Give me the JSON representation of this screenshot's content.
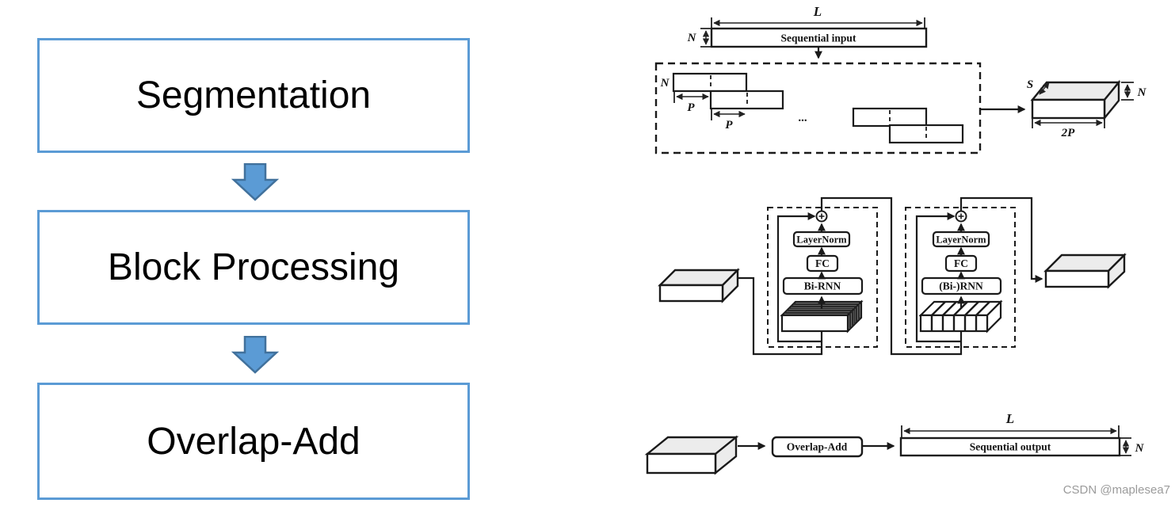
{
  "colors": {
    "accent": "#5B9BD5",
    "arrow-border": "#41719C",
    "ink": "#1a1a1a",
    "face-gray": "#ececec",
    "watermark": "#9b9b9b"
  },
  "flowchart": {
    "steps": [
      {
        "label": "Segmentation"
      },
      {
        "label": "Block Processing"
      },
      {
        "label": "Overlap-Add"
      }
    ]
  },
  "seg": {
    "L": "L",
    "N_outer": "N",
    "input": "Sequential input",
    "N_seg": "N",
    "P1": "P",
    "P2": "P",
    "dots": "...",
    "S": "S",
    "N_tensor": "N",
    "twoP": "2P"
  },
  "blocks": {
    "b1": {
      "ln": "LayerNorm",
      "fc": "FC",
      "rnn": "Bi-RNN"
    },
    "b2": {
      "ln": "LayerNorm",
      "fc": "FC",
      "rnn": "(Bi-)RNN"
    }
  },
  "oa": {
    "box": "Overlap-Add",
    "L": "L",
    "out": "Sequential output",
    "N": "N"
  },
  "watermark": "CSDN @maplesea7"
}
